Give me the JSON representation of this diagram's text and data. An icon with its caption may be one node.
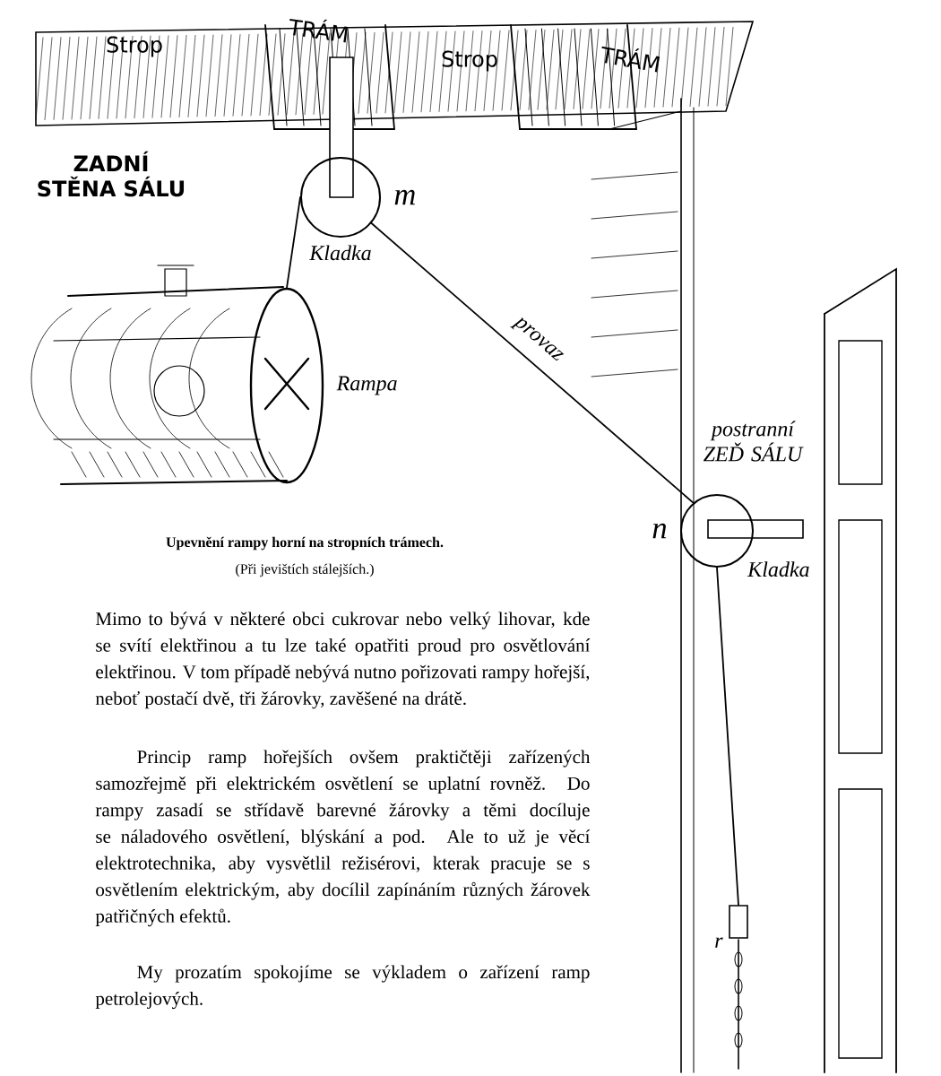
{
  "diagram": {
    "caption": "Upevnění rampy horní na stropních trámech.",
    "nodes": [
      {
        "text": [
          "Kladka"
        ],
        "beside": [
          "m"
        ]
      },
      {
        "text": [
          "Rampa"
        ]
      },
      {
        "text": [
          "Kladka"
        ],
        "beside": [
          "n"
        ]
      },
      {
        "text": [
          "r"
        ]
      }
    ],
    "edges": [
      {
        "from": 1,
        "to": 0,
        "arrow": "none"
      },
      {
        "from": 0,
        "to": 2,
        "arrow": "none",
        "label": "provaz"
      },
      {
        "from": 2,
        "to": 3,
        "arrow": "none"
      }
    ],
    "labels": [
      "Strop",
      "TRÁM",
      "Strop",
      "TRÁM",
      "ZADNÍ STĚNA SÁLU",
      "postranní ZEĎ SÁLU",
      "(Při jevištích stálejších.)",
      "Mimo to bývá v některé obci cukrovar nebo velký lihovar, kde se svítí elektřinou a tu lze také opatřiti proud pro osvětlování elektřinou. V tom případě nebývá nutno pořizovati rampy hořejší, neboť postačí dvě, tři žárovky, zavěšené na drátě.",
      "Princip ramp hořejších ovšem praktičtěji zařízených samozřejmě při elektrickém osvětlení se uplatní rovněž. Do rampy zasadí se střídavě barevné žárovky a těmi docíluje se náladového osvětlení, blýskání a pod. Ale to už je věcí elektrotechnika, aby vysvětlil režisérovi, kterak pracuje se s osvětlením elektrickým, aby docílil zapínáním různých žárovek patřičných efektů.",
      "My prozatím spokojíme se výkladem o zařízení ramp petrolejových."
    ]
  }
}
